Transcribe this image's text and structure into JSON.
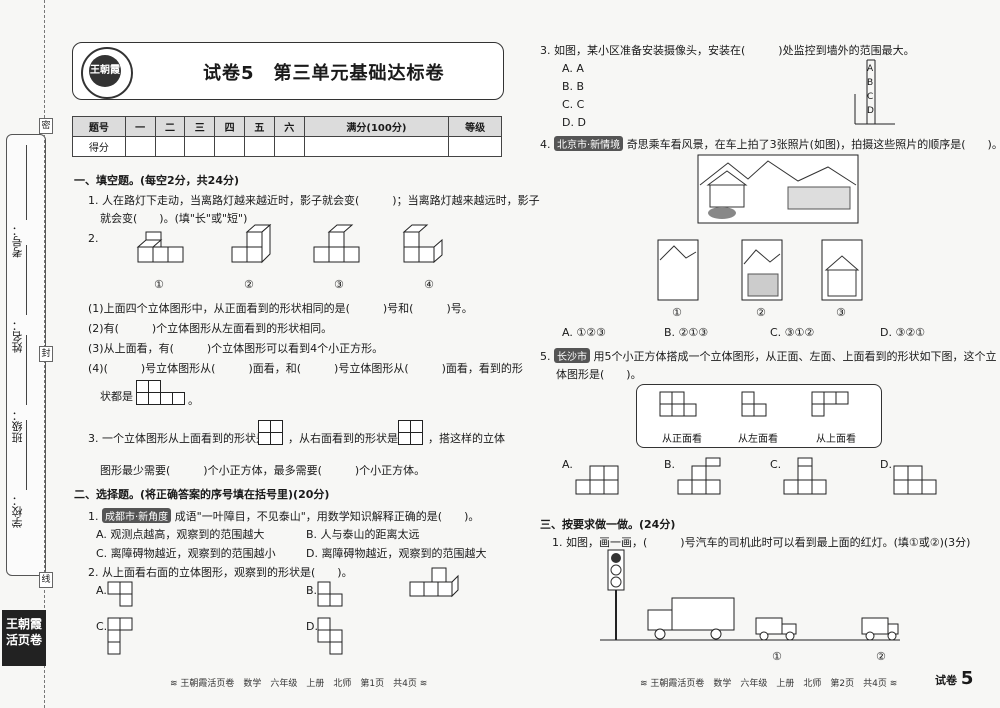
{
  "sidebar": {
    "school": "学校：",
    "class": "班级：",
    "name": "姓名：",
    "id": "考号：",
    "brand": "王朝霞",
    "brand_sub": "活页卷",
    "bind_marks": [
      "密",
      "封",
      "线"
    ]
  },
  "header": {
    "logo_text": "王朝霞",
    "title": "试卷5　第三单元基础达标卷"
  },
  "score_table": {
    "row1": [
      "题号",
      "一",
      "二",
      "三",
      "四",
      "五",
      "六",
      "满分(100分)",
      "等级"
    ],
    "row2": [
      "得分",
      "",
      "",
      "",
      "",
      "",
      "",
      "",
      ""
    ]
  },
  "section1": {
    "heading": "一、填空题。(每空2分，共24分)",
    "q1a": "1. 人在路灯下走动，当离路灯越来越近时，影子就会变(　　　)；当离路灯越来越远时，影子",
    "q1b": "就会变(　　)。(填\"长\"或\"短\")",
    "q2": "2.",
    "fig_labels": [
      "①",
      "②",
      "③",
      "④"
    ],
    "q2_1": "(1)上面四个立体图形中，从正面看到的形状相同的是(　　　)号和(　　　)号。",
    "q2_2": "(2)有(　　　)个立体图形从左面看到的形状相同。",
    "q2_3": "(3)从上面看，有(　　　)个立体图形可以看到4个小正方形。",
    "q2_4": "(4)(　　　)号立体图形从(　　　)面看，和(　　　)号立体图形从(　　　)面看，看到的形",
    "q2_4b": "状都是",
    "q3a": "3. 一个立体图形从上面看到的形状是",
    "q3b": "，从右面看到的形状是",
    "q3c": "，搭这样的立体",
    "q3d": "图形最少需要(　　　)个小正方体，最多需要(　　　)个小正方体。"
  },
  "section2": {
    "heading": "二、选择题。(将正确答案的序号填在括号里)(20分)",
    "q1_tag": "成都市·新角度",
    "q1": "成语\"一叶障目，不见泰山\"，用数学知识解释正确的是(　　)。",
    "q1_opts": [
      "A. 观测点越高，观察到的范围越大",
      "B. 人与泰山的距离太远",
      "C. 离障碍物越近，观察到的范围越小",
      "D. 离障碍物越近，观察到的范围越大"
    ],
    "q2": "2. 从上面看右面的立体图形，观察到的形状是(　　)。",
    "q2_opts": [
      "A.",
      "B.",
      "C.",
      "D."
    ]
  },
  "right": {
    "q3": "3. 如图，某小区准备安装摄像头，安装在(　　　)处监控到墙外的范围最大。",
    "q3_opts": [
      "A. A",
      "B. B",
      "C. C",
      "D. D"
    ],
    "q3_marks": [
      "A",
      "B",
      "C",
      "D"
    ],
    "q4_tag": "北京市·新情境",
    "q4": "奇思乘车看风景，在车上拍了3张照片(如图)，拍摄这些照片的顺序是(　　)。",
    "q4_labels": [
      "①",
      "②",
      "③"
    ],
    "q4_opts": [
      "A. ①②③",
      "B. ②①③",
      "C. ③①②",
      "D. ③②①"
    ],
    "q5_tag": "长沙市",
    "q5a": "用5个小正方体搭成一个立体图形，从正面、左面、上面看到的形状如下图，这个立",
    "q5b": "体图形是(　　)。",
    "q5_views": [
      "从正面看",
      "从左面看",
      "从上面看"
    ],
    "q5_opts": [
      "A.",
      "B.",
      "C.",
      "D."
    ],
    "s3_heading": "三、按要求做一做。(24分)",
    "s3_q1": "1. 如图，画一画，(　　　)号汽车的司机此时可以看到最上面的红灯。(填①或②)(3分)",
    "car_labels": [
      "①",
      "②"
    ]
  },
  "footer": {
    "left": "≋ 王朝霞活页卷　数学　六年级　上册　北师　第1页　共4页 ≋",
    "right": "≋ 王朝霞活页卷　数学　六年级　上册　北师　第2页　共4页 ≋",
    "badge": "试卷",
    "badge_num": "5"
  }
}
